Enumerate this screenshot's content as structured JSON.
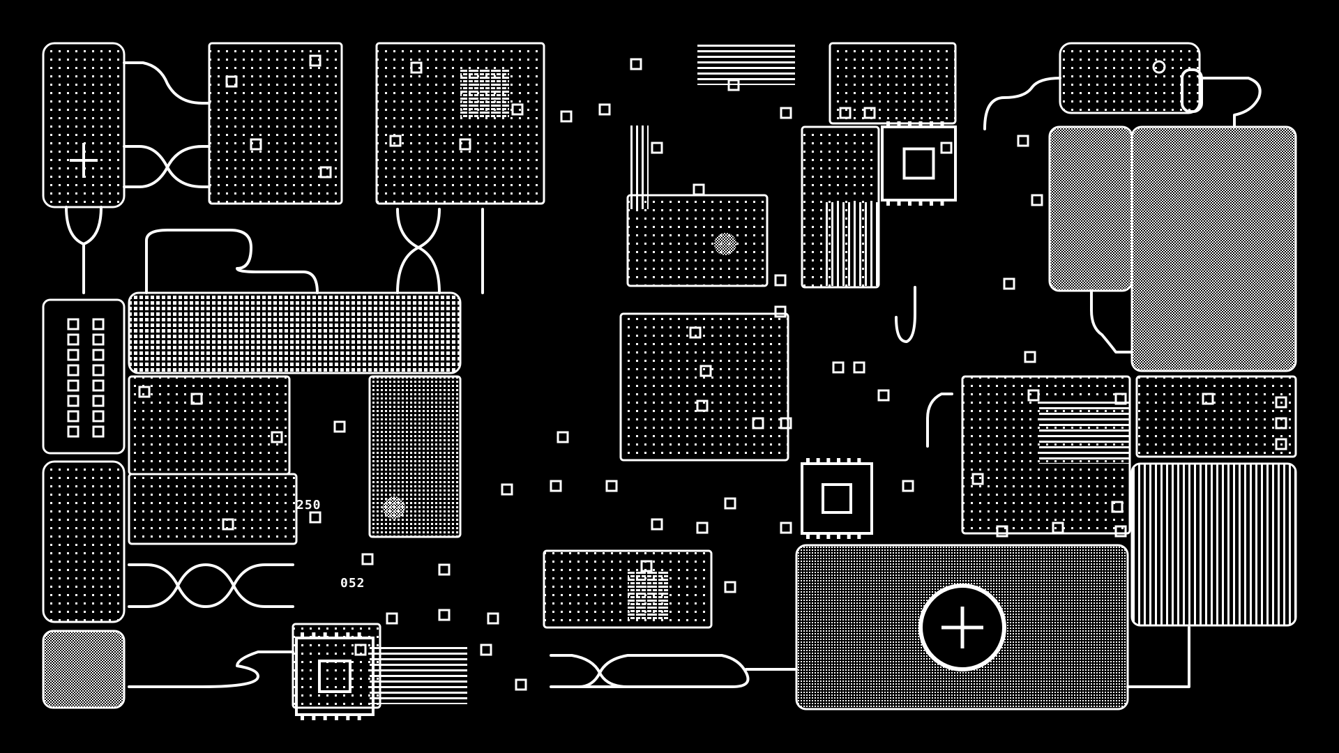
{
  "screen": {
    "background": "#000000",
    "foreground": "#ffffff",
    "style": "1-bit pixel-art circuit board"
  },
  "labels": {
    "chip_left": "250",
    "chip_lower": "052"
  },
  "icons": [
    "capsule-icon",
    "hatched-panel-icon",
    "cross-icon",
    "processor-chip-icon",
    "grille-panel-icon",
    "stair-block-icon",
    "loop-cable-icon",
    "gear-fan-icon",
    "eye-sensor-icon",
    "shield-emblem-icon",
    "dashed-panel-icon",
    "connector-icon"
  ]
}
